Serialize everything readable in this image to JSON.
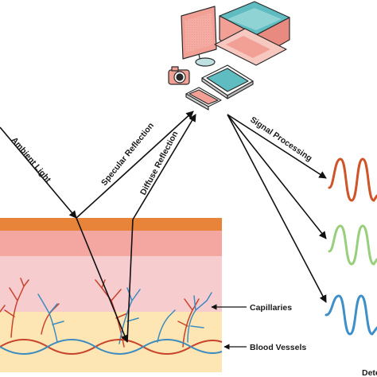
{
  "diagram": {
    "path_labels": {
      "ambient": "Ambient Light",
      "specular": "Specular Reflection",
      "diffuse": "Diffuse Reflection",
      "signal": "Signal Processing"
    },
    "tissue_labels": {
      "capillaries": "Capillaries",
      "vessels": "Blood Vessels"
    },
    "output_label": "Dete",
    "devices": [
      "desktop-monitor",
      "laptop",
      "camera",
      "tablet",
      "smartphone"
    ],
    "colors": {
      "skin_top": "#e8843a",
      "epidermis": "#f4a6a0",
      "dermis": "#f6cccf",
      "subcutis": "#fde5b4",
      "vessel_red": "#c8432b",
      "vessel_blue": "#3d8cbf",
      "wave_red": "#cf5428",
      "wave_green": "#98cf7c",
      "wave_blue": "#3f8fc9",
      "device_pink": "#f2a096",
      "device_teal": "#5fbcc0"
    }
  }
}
